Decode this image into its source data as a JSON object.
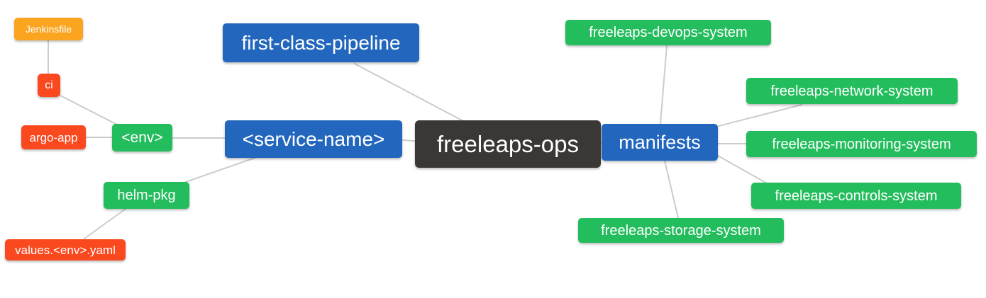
{
  "colors": {
    "blue": "#2267BD",
    "green": "#23BD5D",
    "red": "#FA481F",
    "orange": "#FBA41F",
    "dark": "#3B3734",
    "line": "#CCCCCC",
    "text": "#FFFFFF",
    "background": "#FFFFFF"
  },
  "diagram": {
    "type": "mindmap",
    "root": "freeleaps-ops",
    "nodes": [
      {
        "id": "jenkinsfile",
        "label": "Jenkinsfile",
        "color": "orange"
      },
      {
        "id": "ci",
        "label": "ci",
        "color": "red"
      },
      {
        "id": "argo-app",
        "label": "argo-app",
        "color": "red"
      },
      {
        "id": "env",
        "label": "<env>",
        "color": "green"
      },
      {
        "id": "first-class-pipeline",
        "label": "first-class-pipeline",
        "color": "blue"
      },
      {
        "id": "service-name",
        "label": "<service-name>",
        "color": "blue"
      },
      {
        "id": "freeleaps-ops",
        "label": "freeleaps-ops",
        "color": "dark"
      },
      {
        "id": "manifests",
        "label": "manifests",
        "color": "blue"
      },
      {
        "id": "devops-system",
        "label": "freeleaps-devops-system",
        "color": "green"
      },
      {
        "id": "network-system",
        "label": "freeleaps-network-system",
        "color": "green"
      },
      {
        "id": "monitoring-system",
        "label": "freeleaps-monitoring-system",
        "color": "green"
      },
      {
        "id": "controls-system",
        "label": "freeleaps-controls-system",
        "color": "green"
      },
      {
        "id": "storage-system",
        "label": "freeleaps-storage-system",
        "color": "green"
      },
      {
        "id": "helm-pkg",
        "label": "helm-pkg",
        "color": "green"
      },
      {
        "id": "values-env-yaml",
        "label": "values.<env>.yaml",
        "color": "red"
      }
    ],
    "edges": [
      {
        "from": "jenkinsfile",
        "to": "ci"
      },
      {
        "from": "ci",
        "to": "env"
      },
      {
        "from": "argo-app",
        "to": "env"
      },
      {
        "from": "env",
        "to": "service-name"
      },
      {
        "from": "service-name",
        "to": "freeleaps-ops"
      },
      {
        "from": "first-class-pipeline",
        "to": "freeleaps-ops"
      },
      {
        "from": "helm-pkg",
        "to": "service-name"
      },
      {
        "from": "values-env-yaml",
        "to": "helm-pkg"
      },
      {
        "from": "freeleaps-ops",
        "to": "manifests"
      },
      {
        "from": "manifests",
        "to": "devops-system"
      },
      {
        "from": "manifests",
        "to": "network-system"
      },
      {
        "from": "manifests",
        "to": "monitoring-system"
      },
      {
        "from": "manifests",
        "to": "controls-system"
      },
      {
        "from": "manifests",
        "to": "storage-system"
      }
    ]
  }
}
